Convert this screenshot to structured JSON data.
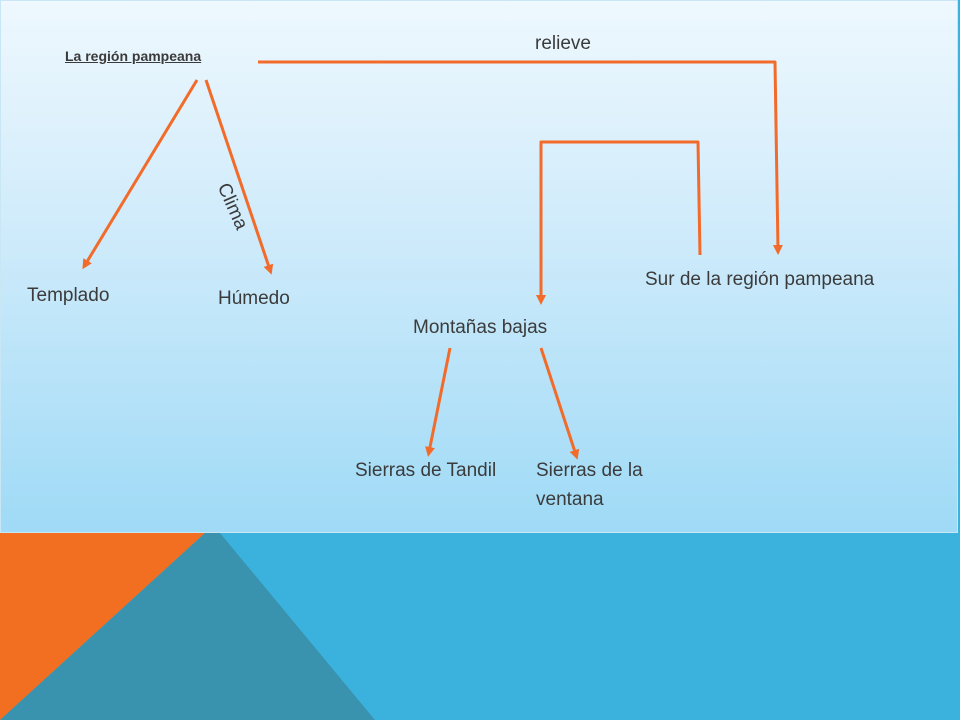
{
  "colors": {
    "arrow": "#f26b2a",
    "background_blue": "#3bb2de",
    "accent_orange": "#f26f21",
    "accent_teal": "#3a93ae"
  },
  "diagram": {
    "title": "La región pampeana",
    "edge_labels": {
      "relieve": "relieve",
      "clima": "Clima"
    },
    "nodes": {
      "templado": "Templado",
      "humedo": "Húmedo",
      "sur": "Sur de la región pampeana",
      "montanas": "Montañas bajas",
      "tandil": "Sierras de Tandil",
      "ventana_line1": "Sierras de la",
      "ventana_line2": "ventana"
    }
  }
}
